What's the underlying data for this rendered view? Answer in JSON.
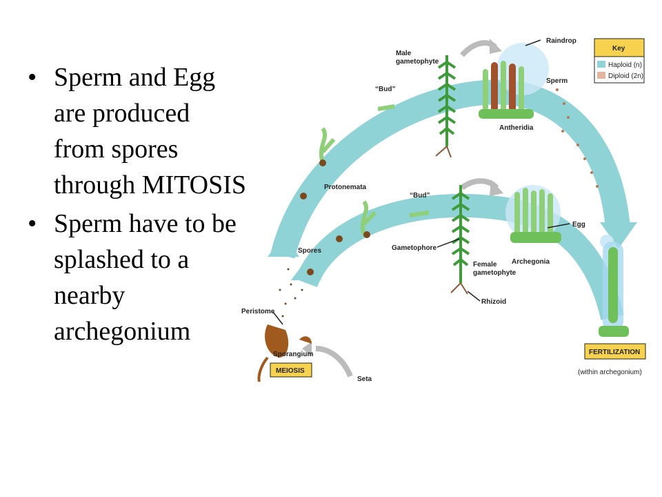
{
  "bullets": [
    {
      "text": "Sperm and Egg are produced from spores through MITOSIS"
    },
    {
      "text": "Sperm have to be splashed to a nearby archegonium"
    }
  ],
  "bullet_glyph": "•",
  "diagram": {
    "labels": {
      "raindrop": "Raindrop",
      "male_gametophyte_1": "Male",
      "male_gametophyte_2": "gametophyte",
      "bud_top": "“Bud”",
      "sperm": "Sperm",
      "antheridia": "Antheridia",
      "protonemata": "Protonemata",
      "bud_mid": "“Bud”",
      "egg": "Egg",
      "spores": "Spores",
      "gametophore": "Gametophore",
      "archegonia": "Archegonia",
      "female_gametophyte_1": "Female",
      "female_gametophyte_2": "gametophyte",
      "rhizoid": "Rhizoid",
      "peristome": "Peristome",
      "sporangium": "Sporangium",
      "seta": "Seta",
      "meiosis": "MEIOSIS",
      "fertilization": "FERTILIZATION",
      "within_archegonium": "(within archegonium)"
    },
    "key": {
      "title": "Key",
      "haploid": "Haploid (n)",
      "diploid": "Diploid (2n)"
    },
    "colors": {
      "haploid_arrow": "#8fd3d6",
      "diploid": "#e2b3a0",
      "key_box": "#f6d24e",
      "label_box": "#f6d24e",
      "plant_green": "#3f9a3a",
      "capsule_brown": "#a05a1e"
    }
  }
}
